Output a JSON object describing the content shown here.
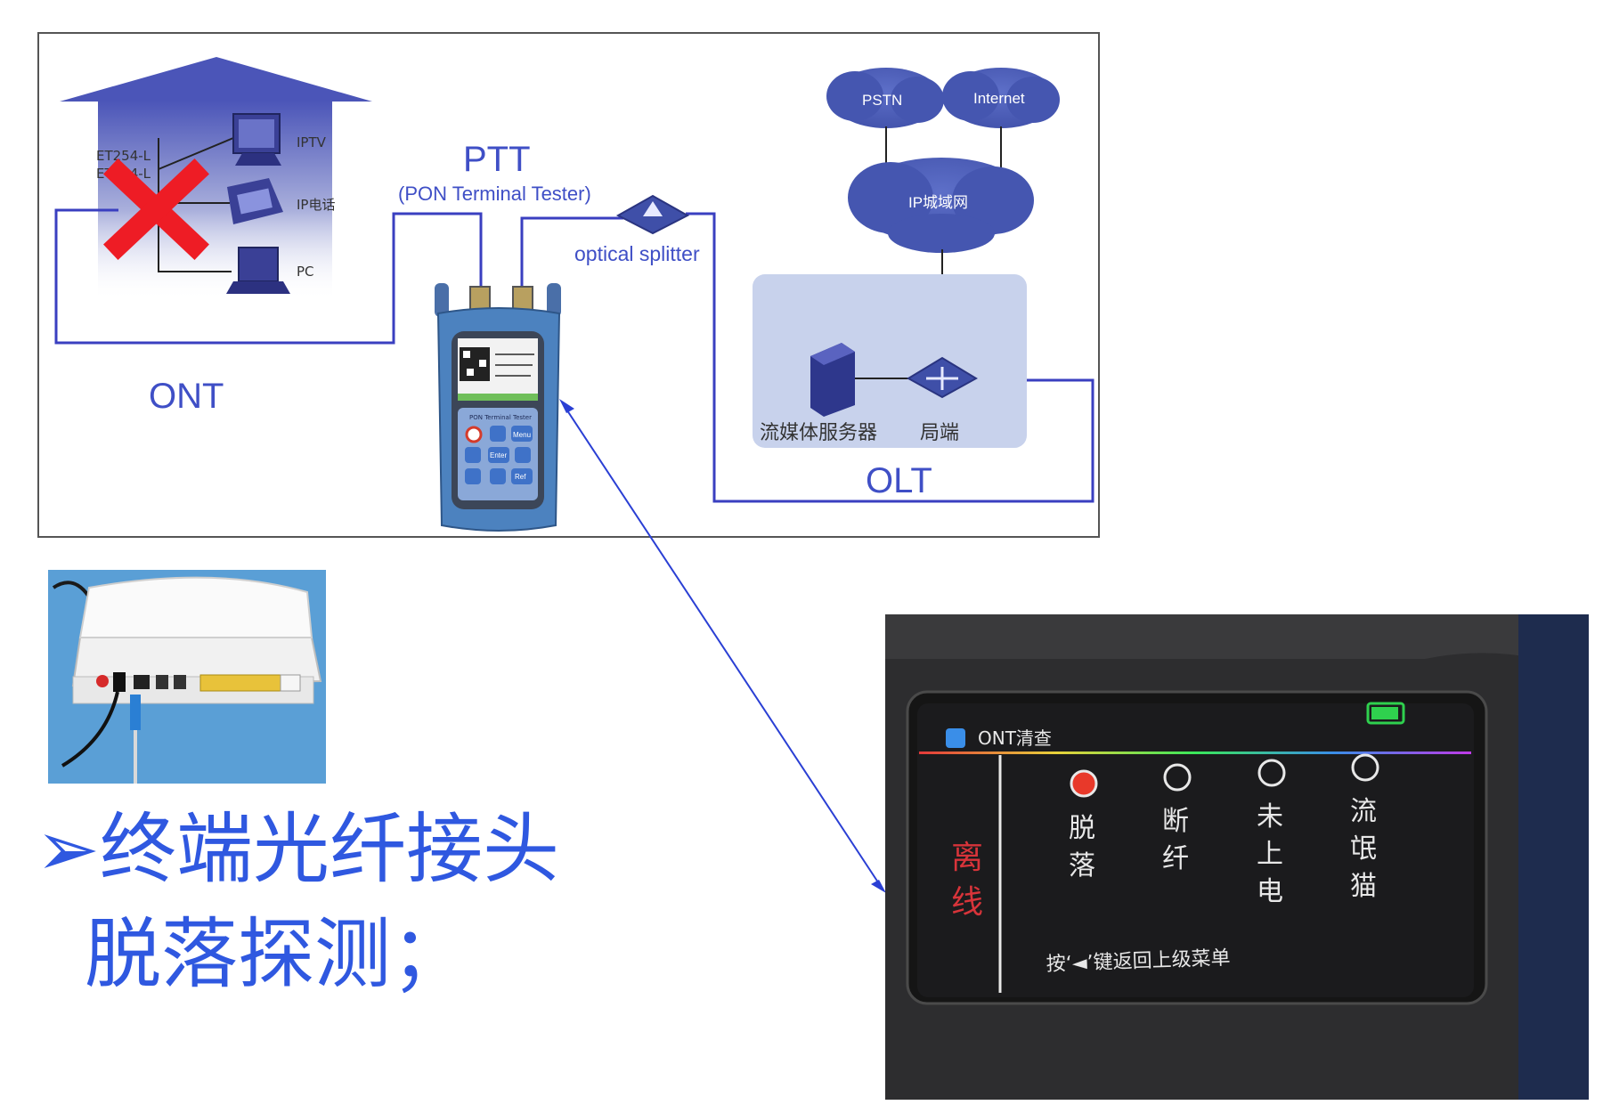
{
  "diagram": {
    "ptt_title": "PTT",
    "ptt_subtitle": "(PON Terminal Tester)",
    "splitter_label": "optical splitter",
    "ont_label": "ONT",
    "olt_label": "OLT",
    "home_label_1": "ET254-L",
    "home_label_2": "ET254-L",
    "home_devices": [
      "IPTV",
      "IP电话",
      "PC"
    ],
    "cloud_pstn": "PSTN",
    "cloud_internet": "Internet",
    "cloud_metro": "IP城域网",
    "olt_server_label": "流媒体服务器",
    "olt_switch_label": "局端",
    "tester_panel_label": "PON Terminal Tester",
    "tester_keys": [
      "Menu",
      "Enter",
      "Ref"
    ]
  },
  "caption": {
    "line1": "➢终端光纤接头",
    "line2": "脱落探测；"
  },
  "screen": {
    "title": "ONT清查",
    "status_side": [
      "离",
      "线"
    ],
    "options": [
      {
        "label": [
          "脱",
          "落"
        ],
        "active": true
      },
      {
        "label": [
          "断",
          "纤"
        ],
        "active": false
      },
      {
        "label": [
          "未",
          "上",
          "电"
        ],
        "active": false
      },
      {
        "label": [
          "流",
          "氓",
          "猫"
        ],
        "active": false
      }
    ],
    "hint": "按‘◄’键返回上级菜单"
  },
  "colors": {
    "diagram_blue": "#3f4fc6",
    "caption_blue": "#2f58e0",
    "fault_red": "#ee1c25",
    "active_red": "#e8392a"
  }
}
